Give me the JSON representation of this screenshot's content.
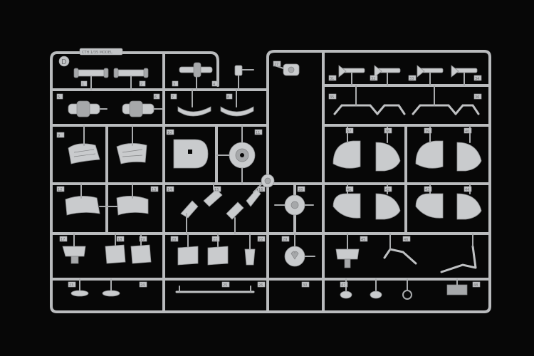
{
  "photo": {
    "background_color": "#070707",
    "plastic_color": "#c9cbcd",
    "sprue_letter": "D",
    "sprue_code": "CTH 1/35 MODEL",
    "part_numbers": [
      "1",
      "2",
      "3",
      "4",
      "5",
      "6",
      "7",
      "8",
      "9",
      "10",
      "11",
      "12",
      "13",
      "14",
      "15",
      "16",
      "17",
      "18",
      "19",
      "20",
      "21",
      "22",
      "23",
      "24",
      "25",
      "26",
      "27",
      "28",
      "29",
      "30",
      "31",
      "32",
      "33",
      "34",
      "35",
      "36",
      "37",
      "38",
      "39",
      "40",
      "41",
      "42",
      "43",
      "44",
      "45",
      "46",
      "47",
      "48"
    ]
  }
}
